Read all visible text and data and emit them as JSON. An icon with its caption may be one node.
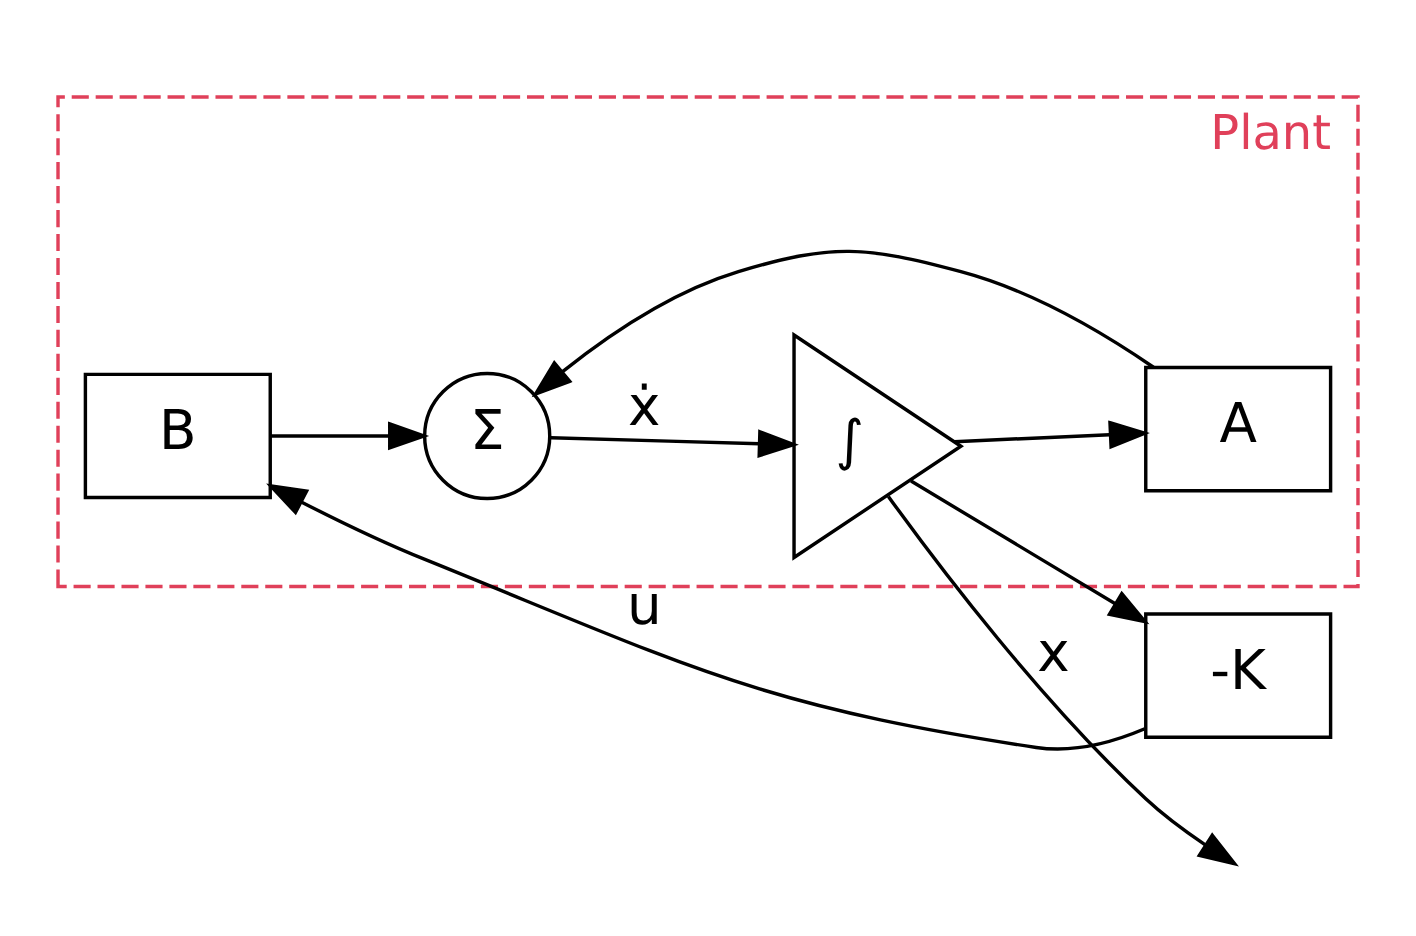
{
  "diagram": {
    "nodes": [
      {
        "text": [
          "Plant"
        ]
      },
      {
        "text": [
          "B"
        ],
        "in": 0
      },
      {
        "text": [
          "Σ"
        ],
        "in": 0
      },
      {
        "text": [
          "∫"
        ],
        "in": 0
      },
      {
        "text": [
          "A"
        ],
        "in": 0
      },
      {
        "text": [
          "-K"
        ]
      }
    ],
    "edges": [
      {
        "from": 1,
        "to": 2,
        "arrow": "to"
      },
      {
        "from": 2,
        "to": 3,
        "label": "ẋ",
        "arrow": "to"
      },
      {
        "from": 3,
        "to": null,
        "label": "x",
        "arrow": "to"
      },
      {
        "from": 3,
        "to": 4,
        "arrow": "to"
      },
      {
        "from": 4,
        "to": 2,
        "arrow": "to"
      },
      {
        "from": 3,
        "to": 5,
        "arrow": "to"
      },
      {
        "from": 5,
        "to": 1,
        "label": "u",
        "arrow": "to"
      }
    ]
  }
}
